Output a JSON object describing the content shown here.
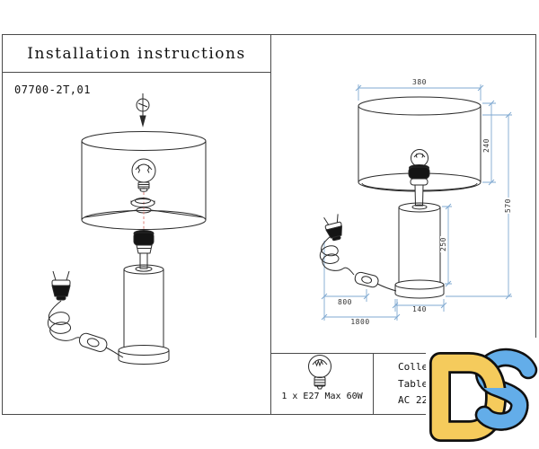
{
  "document": {
    "title": "Installation instructions",
    "model_number": "07700-2T,01"
  },
  "dimensions_mm": {
    "shade_diameter": "380",
    "shade_height": "240",
    "total_height": "570",
    "body_height": "250",
    "base_diameter": "140",
    "plug_to_switch": "800",
    "cord_length": "1800"
  },
  "spec_table": {
    "bulb_spec": "1 x E27 Max 60W",
    "info_line_1": "Colle",
    "info_line_2": "Table",
    "info_line_3": "AC 22"
  },
  "logo": {
    "letters": "DS"
  },
  "colors": {
    "dimension_line": "#7FA9D1",
    "center_line": "#DD8078",
    "logo_yellow": "#F5CB5C",
    "logo_blue": "#63ADE9",
    "line_art": "#2a2a2a"
  }
}
